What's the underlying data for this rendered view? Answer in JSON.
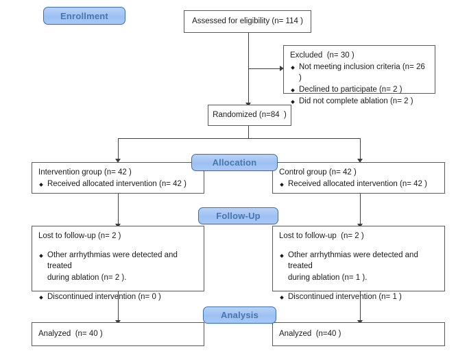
{
  "diagram": {
    "type": "consort-flow-diagram",
    "stages": [
      {
        "key": "enrollment",
        "label": "Enrollment"
      },
      {
        "key": "allocation",
        "label": "Allocation"
      },
      {
        "key": "followup",
        "label": "Follow-Up"
      },
      {
        "key": "analysis",
        "label": "Analysis"
      }
    ],
    "colors": {
      "badge_fill": "#9dc0f3",
      "badge_border": "#3a6fb5",
      "badge_text": "#4876ad",
      "box_border": "#595959",
      "box_text": "#1a1a1a",
      "connector": "#3f3f3f",
      "background": "#ffffff"
    },
    "nodes": {
      "assessed": {
        "title": "Assessed for eligibility (n= 114 )"
      },
      "excluded": {
        "title": "Excluded  (n= 30 )",
        "bullets": [
          "Not meeting inclusion criteria (n= 26 )",
          "Declined to participate (n= 2 )",
          "Did not complete ablation (n= 2 )"
        ]
      },
      "randomized": {
        "title": "Randomized (n=84  )"
      },
      "intervention_alloc": {
        "title": "Intervention group (n= 42 )",
        "bullets": [
          "Received allocated intervention (n= 42 )"
        ]
      },
      "control_alloc": {
        "title": "Control group (n= 42 )",
        "bullets": [
          "Received allocated intervention (n= 42 )"
        ]
      },
      "intervention_followup": {
        "title": "Lost to follow-up (n= 2 )",
        "bullets": [
          "Other arrhythmias were detected and treated\nduring ablation (n= 2 ).",
          "Discontinued intervention (n= 0 )"
        ]
      },
      "control_followup": {
        "title": "Lost to follow-up  (n= 2 )",
        "bullets": [
          "Other arrhythmias were detected and treated\nduring ablation (n= 1 ).",
          "Discontinued intervention (n= 1 )"
        ]
      },
      "intervention_analysis": {
        "title": "Analyzed  (n= 40 )"
      },
      "control_analysis": {
        "title": "Analyzed  (n=40 )"
      }
    }
  }
}
